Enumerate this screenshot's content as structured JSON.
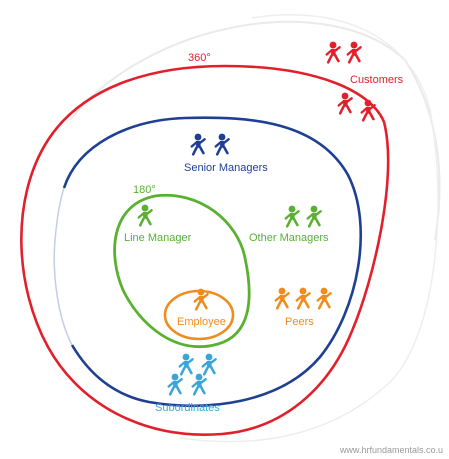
{
  "labels": {
    "deg360": "360°",
    "deg180": "180°",
    "customers": "Customers",
    "senior_managers": "Senior Managers",
    "line_manager": "Line Manager",
    "other_managers": "Other Managers",
    "employee": "Employee",
    "peers": "Peers",
    "subordinates": "Subordinates"
  },
  "footer": {
    "website": "www.hrfundamentals.co.u"
  },
  "colors": {
    "customers": "#e2202c",
    "ring_360": "#e2202c",
    "senior_managers": "#1f3f93",
    "ring_managers": "#1f3f93",
    "line_manager": "#5ab031",
    "ring_180": "#5ab031",
    "other_managers": "#5ab031",
    "employee": "#f08c1e",
    "peers": "#f08c1e",
    "subordinates": "#3aa6d8",
    "faint_ring": "#e9eaea"
  },
  "icons": {
    "person": "person-icon"
  }
}
